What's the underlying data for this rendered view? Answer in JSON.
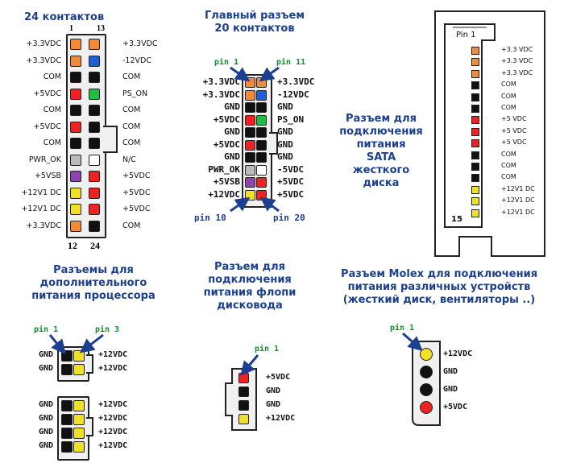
{
  "atx24": {
    "title": "24 контактов",
    "col_top_left": "1",
    "col_top_right": "13",
    "col_bottom_left": "12",
    "col_bottom_right": "24",
    "left": [
      "+3.3VDC",
      "+3.3VDC",
      "COM",
      "+5VDC",
      "COM",
      "+5VDC",
      "COM",
      "PWR_OK",
      "+5VSB",
      "+12V1 DC",
      "+12V1 DC",
      "+3.3VDC"
    ],
    "right": [
      "+3.3VDC",
      "-12VDC",
      "COM",
      "PS_ON",
      "COM",
      "COM",
      "COM",
      "N/C",
      "+5VDC",
      "+5VDC",
      "+5VDC",
      "COM"
    ],
    "left_colors": [
      "#f08b3a",
      "#f08b3a",
      "#111111",
      "#ee2222",
      "#111111",
      "#ee2222",
      "#111111",
      "#bbbbbb",
      "#8e44ad",
      "#f1e02a",
      "#f1e02a",
      "#f08b3a"
    ],
    "right_colors": [
      "#f08b3a",
      "#1f5fd6",
      "#111111",
      "#22bb44",
      "#111111",
      "#111111",
      "#111111",
      "#ffffff",
      "#ee2222",
      "#ee2222",
      "#ee2222",
      "#111111"
    ]
  },
  "atx20": {
    "title_line1": "Главный разъем",
    "title_line2": "20 контактов",
    "pin1": "pin 1",
    "pin11": "pin 11",
    "pin10": "pin 10",
    "pin20": "pin 20",
    "left": [
      "+3.3VDC",
      "+3.3VDC",
      "GND",
      "+5VDC",
      "GND",
      "+5VDC",
      "GND",
      "PWR_OK",
      "+5VSB",
      "+12VDC"
    ],
    "right": [
      "+3.3VDC",
      "-12VDC",
      "GND",
      "PS_ON",
      "GND",
      "GND",
      "GND",
      "-5VDC",
      "+5VDC",
      "+5VDC"
    ],
    "left_colors": [
      "#f08b3a",
      "#f08b3a",
      "#111111",
      "#ee2222",
      "#111111",
      "#ee2222",
      "#111111",
      "#bbbbbb",
      "#8e44ad",
      "#f1e02a"
    ],
    "right_colors": [
      "#f08b3a",
      "#1f5fd6",
      "#111111",
      "#22bb44",
      "#111111",
      "#111111",
      "#111111",
      "#ffffff",
      "#ee2222",
      "#ee2222"
    ]
  },
  "sata": {
    "title": [
      "Разъем для",
      "подключения",
      "питания",
      "SATA",
      "жесткого",
      "диска"
    ],
    "pin1": "Pin 1",
    "pin15": "15",
    "labels": [
      "+3.3 VDC",
      "+3.3 VDC",
      "+3.3 VDC",
      "COM",
      "COM",
      "COM",
      "+5 VDC",
      "+5 VDC",
      "+5 VDC",
      "COM",
      "COM",
      "COM",
      "+12V1 DC",
      "+12V1 DC",
      "+12V1 DC"
    ],
    "colors": [
      "#f08b3a",
      "#f08b3a",
      "#f08b3a",
      "#111111",
      "#111111",
      "#111111",
      "#ee2222",
      "#ee2222",
      "#ee2222",
      "#111111",
      "#111111",
      "#111111",
      "#f1e02a",
      "#f1e02a",
      "#f1e02a"
    ]
  },
  "cpu": {
    "title": [
      "Разъемы для",
      "дополнительного",
      "питания процессора"
    ],
    "pin1": "pin 1",
    "pin3": "pin 3",
    "four_left": [
      "GND",
      "GND"
    ],
    "four_right": [
      "+12VDC",
      "+12VDC"
    ],
    "eight_left": [
      "GND",
      "GND",
      "GND",
      "GND"
    ],
    "eight_right": [
      "+12VDC",
      "+12VDC",
      "+12VDC",
      "+12VDC"
    ]
  },
  "floppy": {
    "title": [
      "Разъем для",
      "подключения",
      "питания флопи",
      "дисковода"
    ],
    "pin1": "pin 1",
    "labels": [
      "+5VDC",
      "GND",
      "GND",
      "+12VDC"
    ],
    "colors": [
      "#ee2222",
      "#111111",
      "#111111",
      "#f1e02a"
    ]
  },
  "molex": {
    "title": [
      "Разъем Molex для подключения",
      "питания различных устройств",
      "(жесткий диск, вентиляторы ..)"
    ],
    "pin1": "pin 1",
    "labels": [
      "+12VDC",
      "GND",
      "GND",
      "+5VDC"
    ],
    "colors": [
      "#f1e02a",
      "#111111",
      "#111111",
      "#ee2222"
    ]
  }
}
